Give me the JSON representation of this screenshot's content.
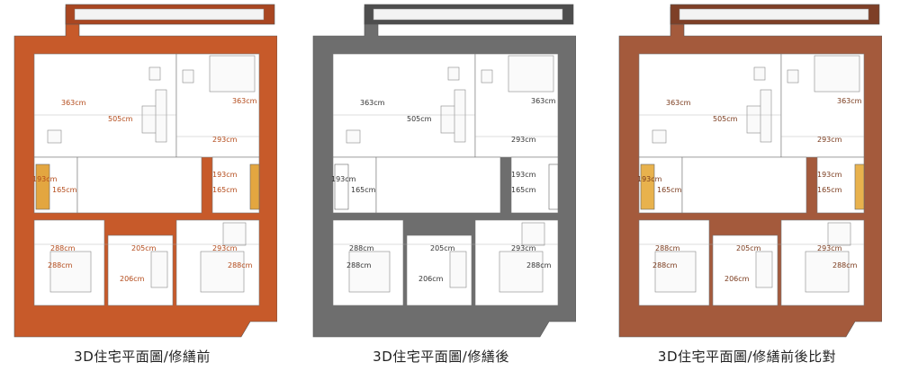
{
  "panels": [
    {
      "caption": "3D住宅平面圖/修繕前",
      "colors": {
        "wall": "#c75a2a",
        "wall_dark": "#a94621",
        "floor": "#ffffff",
        "accent": "#e3a640",
        "dim": "#b34a1a"
      }
    },
    {
      "caption": "3D住宅平面圖/修繕後",
      "colors": {
        "wall": "#6e6e6e",
        "wall_dark": "#4e4e4e",
        "floor": "#ffffff",
        "accent": "#ffffff",
        "dim": "#333333"
      }
    },
    {
      "caption": "3D住宅平面圖/修繕前後比對",
      "colors": {
        "wall": "#a45a3c",
        "wall_dark": "#7e3f27",
        "floor": "#ffffff",
        "accent": "#e8b24d",
        "dim": "#7a3a1c"
      }
    }
  ],
  "dimensions": {
    "living_width": "505cm",
    "left_bedroom_top": "363cm",
    "right_bedroom_top": "363cm",
    "right_bedroom_width": "293cm",
    "left_bath_height": "193cm",
    "left_bath_width": "165cm",
    "right_bath_height": "193cm",
    "right_bath_width": "165cm",
    "left_lower_room_width": "288cm",
    "left_lower_room_height": "288cm",
    "kitchen_width": "205cm",
    "kitchen_height": "206cm",
    "right_lower_room_width": "293cm",
    "right_lower_room_height": "288cm"
  }
}
